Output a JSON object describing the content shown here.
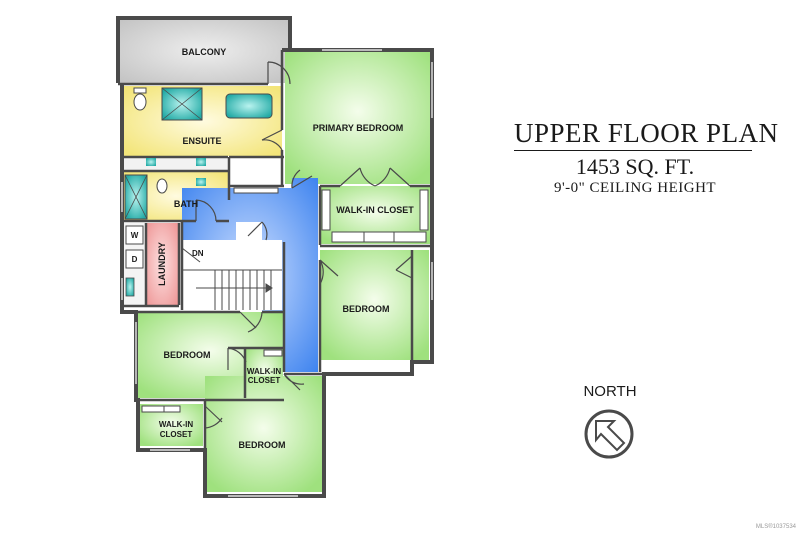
{
  "title": {
    "plan_name": "UPPER FLOOR PLAN",
    "area": "1453 SQ. FT.",
    "ceiling": "9'-0\" CEILING HEIGHT"
  },
  "compass": {
    "label": "NORTH",
    "icon": "north-arrow-icon"
  },
  "watermark": "MLS®1037534",
  "rooms": {
    "balcony": "BALCONY",
    "ensuite": "ENSUITE",
    "bath": "BATH",
    "laundry": "LAUNDRY",
    "primary_bedroom": "PRIMARY BEDROOM",
    "walk_in_closet_primary": "WALK-IN CLOSET",
    "bedroom_east": "BEDROOM",
    "bedroom_west": "BEDROOM",
    "walk_in_closet_west_1": "WALK-IN",
    "walk_in_closet_west_2": "CLOSET",
    "walk_in_closet_sw_1": "WALK-IN",
    "walk_in_closet_sw_2": "CLOSET",
    "bedroom_south": "BEDROOM"
  },
  "fixtures": {
    "washer": "W",
    "dryer": "D",
    "stairs_down": "DN"
  },
  "colors": {
    "wall": "#4a4a4a",
    "balcony": "#c8c8c8",
    "bedroom": "#a8e68a",
    "bathroom": "#f6ec8c",
    "laundry": "#f2a5a5",
    "hall": "#4d8ef0",
    "fixture": "#2bb5b0",
    "compass": "#4a4a4a"
  }
}
